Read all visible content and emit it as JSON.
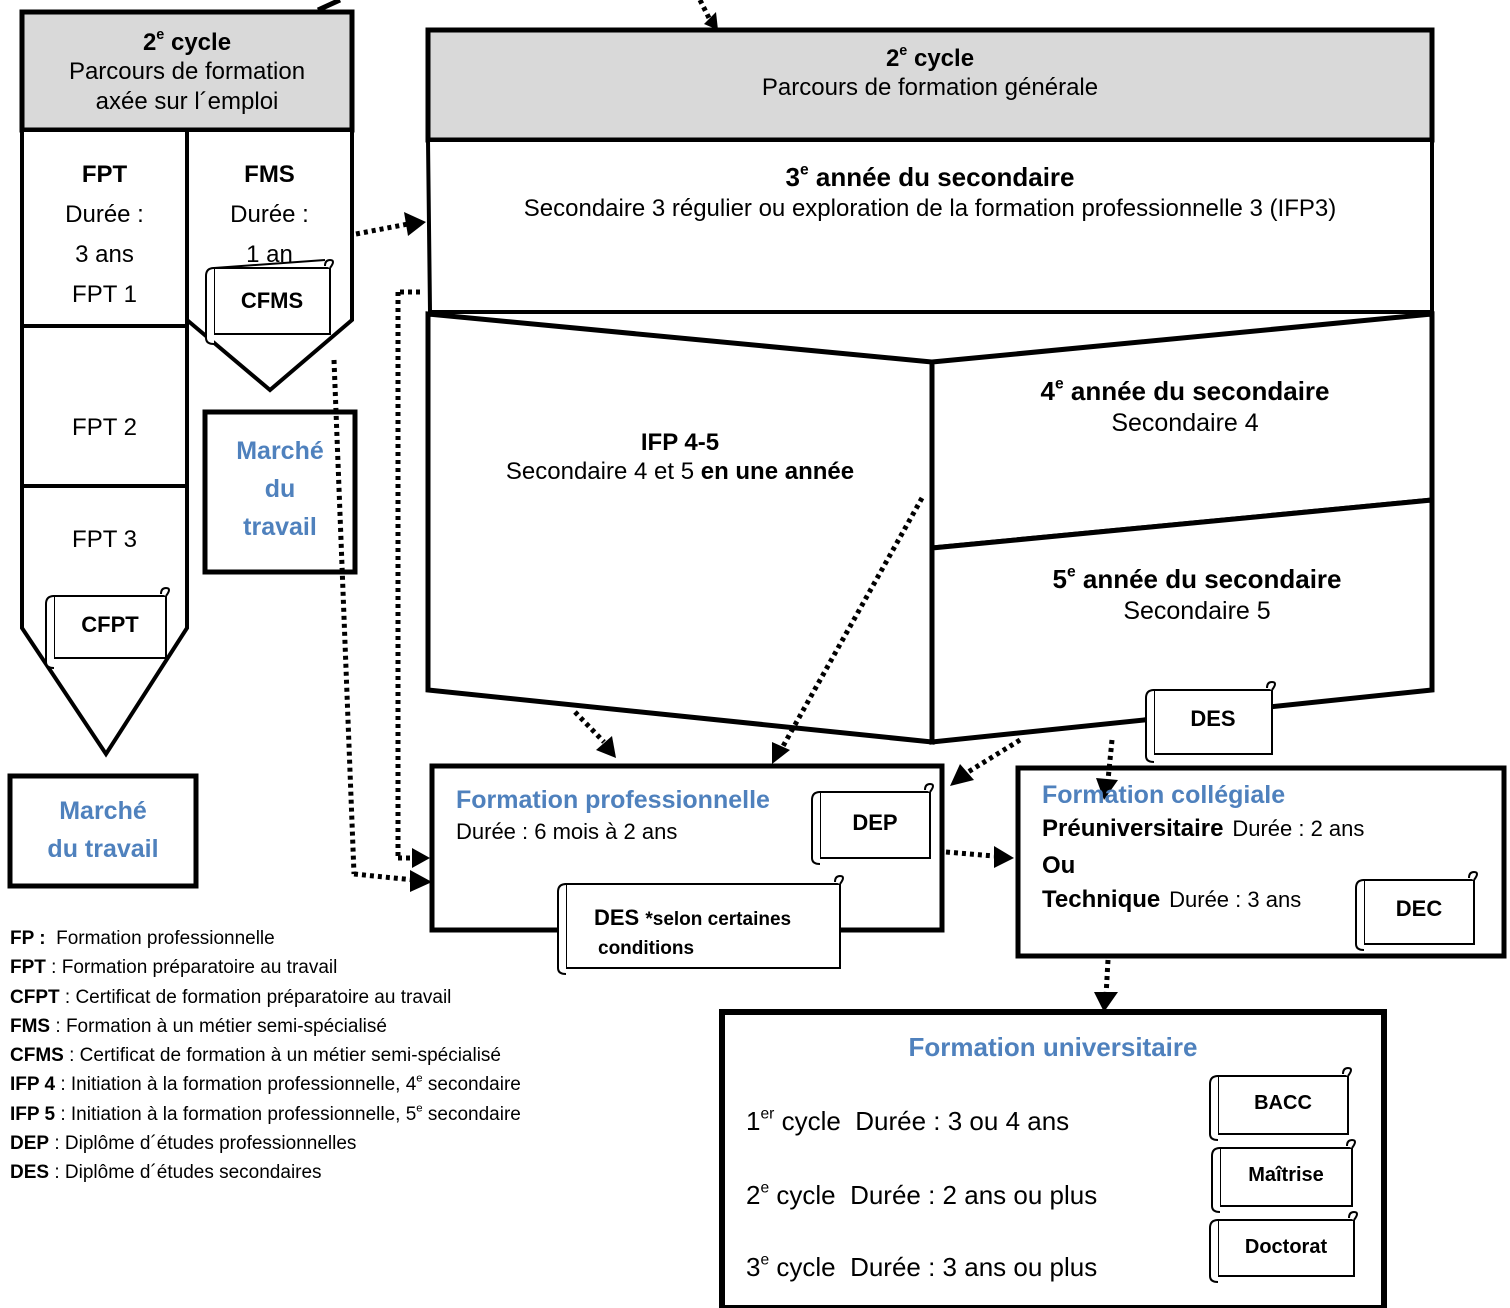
{
  "left_pathway": {
    "header_cycle": "2",
    "header_cycle_sup": "e",
    "header_cycle_word": "cycle",
    "header_line1": "Parcours de formation",
    "header_line2": "axée sur l´emploi",
    "fpt": {
      "title": "FPT",
      "duration_label": "Durée :",
      "duration": "3 ans",
      "year1": "FPT 1",
      "year2": "FPT 2",
      "year3": "FPT 3",
      "certificate": "CFPT"
    },
    "fms": {
      "title": "FMS",
      "duration_label": "Durée :",
      "duration": "1 an",
      "certificate": "CFMS"
    },
    "market_fms": {
      "line1": "Marché",
      "line2": "du",
      "line3": "travail"
    },
    "market_fpt": {
      "line1": "Marché",
      "line2": "du travail"
    }
  },
  "general_pathway": {
    "header_cycle": "2",
    "header_cycle_sup": "e",
    "header_cycle_word": "cycle",
    "header_line": "Parcours de formation générale",
    "year3": {
      "num": "3",
      "sup": "e",
      "title": "année du secondaire",
      "subtitle": "Secondaire 3 régulier ou exploration de la formation professionnelle 3 (IFP3)"
    },
    "ifp45": {
      "title": "IFP 4-5",
      "subtitle_plain": "Secondaire 4 et 5 ",
      "subtitle_bold": "en une année"
    },
    "year4": {
      "num": "4",
      "sup": "e",
      "title": "année du secondaire",
      "subtitle": "Secondaire 4"
    },
    "year5": {
      "num": "5",
      "sup": "e",
      "title": "année du secondaire",
      "subtitle": "Secondaire 5"
    },
    "certificate": "DES"
  },
  "professional": {
    "title": "Formation professionnelle",
    "duration": "Durée : 6 mois à 2 ans",
    "certificate": "DEP",
    "des_note_bold": "DES ",
    "des_note_small1": "*selon certaines",
    "des_note_small2": "conditions"
  },
  "college": {
    "title": "Formation collégiale",
    "pre_label": "Préuniversitaire",
    "pre_duration": "Durée : 2 ans",
    "or": "Ou",
    "tech_label": "Technique",
    "tech_duration": "Durée : 3 ans",
    "certificate": "DEC"
  },
  "university": {
    "title": "Formation universitaire",
    "cycles": [
      {
        "num": "1",
        "sup": "er",
        "text": " cycle  Durée : 3 ou 4 ans",
        "certificate": "BACC"
      },
      {
        "num": "2",
        "sup": "e",
        "text": " cycle  Durée : 2 ans ou plus",
        "certificate": "Maîtrise"
      },
      {
        "num": "3",
        "sup": "e",
        "text": " cycle  Durée : 3 ans ou plus",
        "certificate": "Doctorat"
      }
    ]
  },
  "legend": [
    {
      "abbr": "FP :",
      "text": "  Formation professionnelle"
    },
    {
      "abbr": "FPT",
      "text": " : Formation préparatoire au travail"
    },
    {
      "abbr": "CFPT",
      "text": " : Certificat de formation préparatoire au travail"
    },
    {
      "abbr": "FMS",
      "text": " : Formation à un métier semi-spécialisé"
    },
    {
      "abbr": "CFMS",
      "text": " : Certificat de formation à un métier semi-spécialisé"
    },
    {
      "abbr": "IFP 4",
      "text": " : Initiation à la formation professionnelle, 4",
      "sup": "e",
      "tail": " secondaire"
    },
    {
      "abbr": "IFP 5",
      "text": " : Initiation à la formation professionnelle, 5",
      "sup": "e",
      "tail": " secondaire"
    },
    {
      "abbr": "DEP",
      "text": " : Diplôme d´études professionnelles"
    },
    {
      "abbr": "DES",
      "text": " : Diplôme d´études secondaires"
    }
  ],
  "colors": {
    "header_gray": "#d9d9d9",
    "accent_blue": "#4f81bd",
    "line": "#000000"
  }
}
